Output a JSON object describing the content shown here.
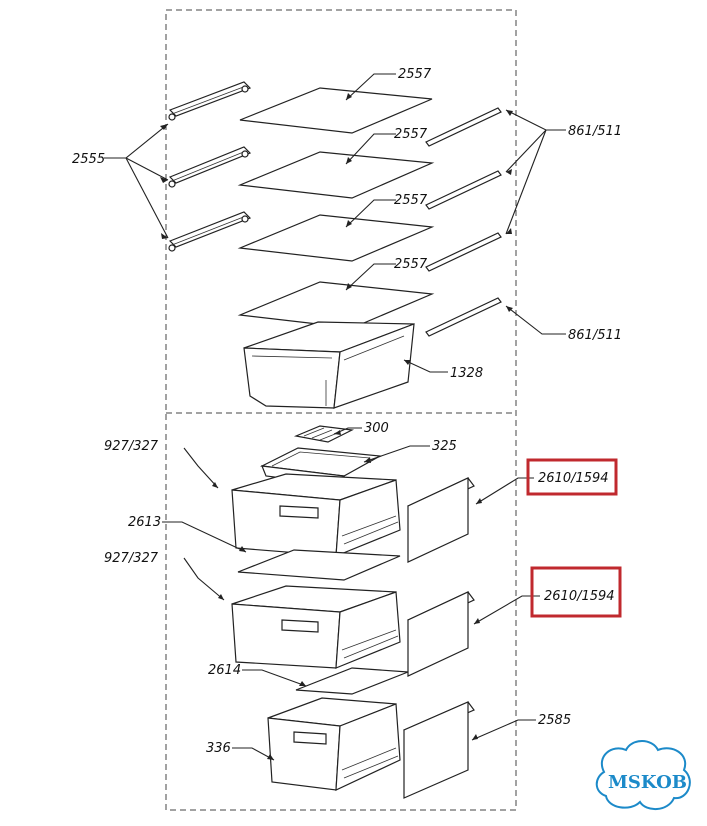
{
  "labels": {
    "rail_left": "2555",
    "glass_1": "2557",
    "glass_2": "2557",
    "glass_3": "2557",
    "glass_4": "2557",
    "trim_upper": "861/511",
    "trim_lower": "861/511",
    "crisper": "1328",
    "insert_300": "300",
    "tray_325": "325",
    "drawer_upper": "927/327",
    "cover_2613": "2613",
    "drawer_middle": "927/327",
    "front_upper": "2610/1594",
    "front_middle": "2610/1594",
    "cover_2614": "2614",
    "drawer_bottom": "336",
    "front_bottom": "2585"
  },
  "logo": {
    "text": "MSKOB",
    "color": "#1c8ac9"
  },
  "highlight_color": "#c0292e"
}
